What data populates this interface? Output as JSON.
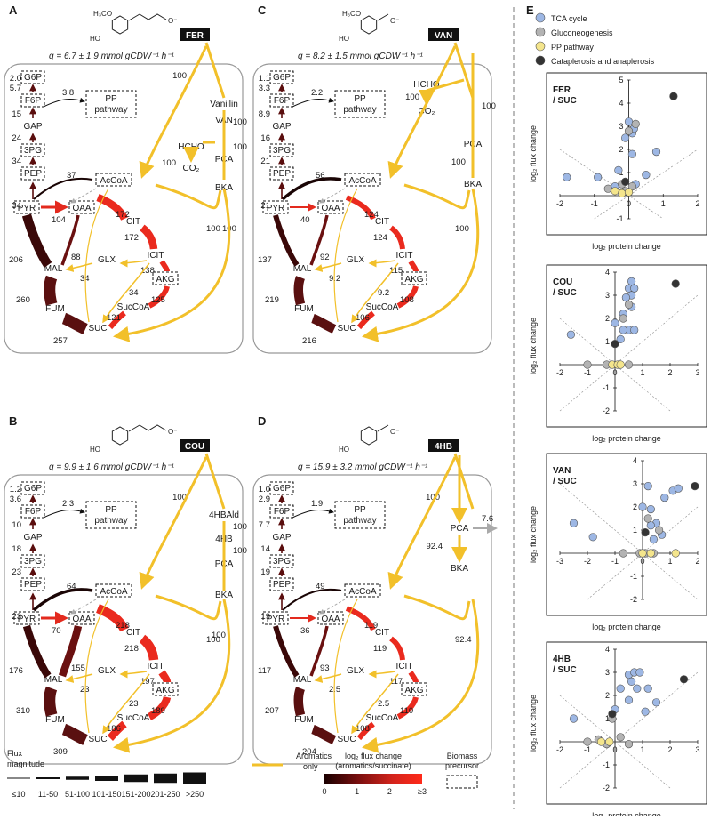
{
  "panels": {
    "A": {
      "letter": "A",
      "compound": "FER",
      "q": "q = 6.7 ± 1.9 mmol gCDW⁻¹ h⁻¹",
      "mol": {
        "sub": "H₃CO",
        "oh": "HO",
        "tail": "O⁻"
      },
      "route": [
        "Vanillin",
        "VAN",
        "HCHO",
        "PCA",
        "CO₂",
        "BKA"
      ],
      "route_fluxes": [
        "100",
        "100",
        "100",
        "100",
        "100"
      ],
      "fluxes": {
        "g6p": "2.0",
        "f6p": "5.7",
        "gap": "15",
        "p3g": "24",
        "pep": "34",
        "pp": "3.8",
        "accoa": "37",
        "oaa": "104",
        "pyr_mal": "206",
        "mal_oaa": "88",
        "cit": "172",
        "icit": "172",
        "glx": "34",
        "mal_glx": "34",
        "akg": "138",
        "succoa": "125",
        "suc": "121",
        "fum": "260",
        "suc_fum": "257",
        "biom": "100"
      }
    },
    "B": {
      "letter": "B",
      "compound": "COU",
      "q": "q = 9.9 ± 1.6 mmol gCDW⁻¹ h⁻¹",
      "mol": {
        "oh": "HO",
        "tail": "O⁻"
      },
      "route": [
        "4HBAld",
        "4HB",
        "PCA",
        "BKA"
      ],
      "route_fluxes": [
        "100",
        "100",
        "100",
        "100"
      ],
      "fluxes": {
        "g6p": "1.2",
        "f6p": "3.6",
        "gap": "10",
        "p3g": "18",
        "pep": "23",
        "pp": "2.3",
        "accoa": "64",
        "oaa": "70",
        "pyr_mal": "176",
        "mal_oaa": "155",
        "cit": "218",
        "icit": "218",
        "glx": "23",
        "mal_glx": "23",
        "akg": "197",
        "succoa": "189",
        "suc": "186",
        "fum": "310",
        "suc_fum": "309",
        "biom": "100"
      }
    },
    "C": {
      "letter": "C",
      "compound": "VAN",
      "q": "q = 8.2 ± 1.5 mmol gCDW⁻¹ h⁻¹",
      "mol": {
        "sub": "H₃CO",
        "oh": "HO",
        "tail": "O⁻"
      },
      "route": [
        "HCHO",
        "CO₂",
        "PCA",
        "BKA"
      ],
      "route_fluxes": [
        "100",
        "100",
        "100"
      ],
      "fluxes": {
        "g6p": "1.1",
        "f6p": "3.3",
        "gap": "8.9",
        "p3g": "16",
        "pep": "21",
        "pp": "2.2",
        "accoa": "56",
        "oaa": "40",
        "pyr_mal": "137",
        "mal_oaa": "92",
        "cit": "124",
        "icit": "124",
        "glx": "9.2",
        "mal_glx": "9.2",
        "akg": "115",
        "succoa": "108",
        "suc": "106",
        "fum": "219",
        "suc_fum": "216",
        "biom": "100"
      }
    },
    "D": {
      "letter": "D",
      "compound": "4HB",
      "q": "q = 15.9 ± 3.2 mmol gCDW⁻¹ h⁻¹",
      "mol": {
        "oh": "HO",
        "tail": "O⁻"
      },
      "route": [
        "PCA",
        "BKA"
      ],
      "route_fluxes": [
        "100",
        "7.6",
        "92.4"
      ],
      "fluxes": {
        "g6p": "1.0",
        "f6p": "2.9",
        "gap": "7.7",
        "p3g": "14",
        "pep": "19",
        "pp": "1.9",
        "accoa": "49",
        "oaa": "36",
        "pyr_mal": "117",
        "mal_oaa": "93",
        "cit": "119",
        "icit": "119",
        "glx": "2.5",
        "mal_glx": "2.5",
        "akg": "117",
        "succoa": "110",
        "suc": "108",
        "fum": "207",
        "suc_fum": "204",
        "biom": "92.4"
      }
    }
  },
  "metabolites": {
    "g6p": "G6P",
    "f6p": "F6P",
    "gap": "GAP",
    "p3g": "3PG",
    "pep": "PEP",
    "pyr": "PYR",
    "oaa": "OAA",
    "accoa": "AcCoA",
    "cit": "CIT",
    "icit": "ICIT",
    "akg": "AKG",
    "succoa": "SucCoA",
    "suc": "SUC",
    "fum": "FUM",
    "mal": "MAL",
    "glx": "GLX",
    "pp1": "PP",
    "pp2": "pathway"
  },
  "panel_E": {
    "letter": "E",
    "legend": [
      {
        "label": "TCA cycle",
        "color": "#9db7e4"
      },
      {
        "label": "Gluconeogenesis",
        "color": "#b3b3b3"
      },
      {
        "label": "PP pathway",
        "color": "#f4e58c"
      },
      {
        "label": "Cataplerosis and anaplerosis",
        "color": "#333333"
      }
    ],
    "xlabel": "log₂ protein change",
    "ylabel": "log₂ flux change",
    "plots": [
      {
        "title1": "FER",
        "title2": "/ SUC",
        "xticks": [
          "-2",
          "-1",
          "0",
          "1",
          "2"
        ],
        "yticks": [
          "5",
          "4",
          "3",
          "2",
          "1",
          "-1"
        ],
        "points": [
          [
            -1.8,
            0.8,
            "t"
          ],
          [
            0.8,
            1.9,
            "t"
          ],
          [
            0.1,
            2.7,
            "t"
          ],
          [
            0.15,
            2.9,
            "t"
          ],
          [
            0.0,
            3.2,
            "t"
          ],
          [
            -0.1,
            2.5,
            "t"
          ],
          [
            0.1,
            1.8,
            "t"
          ],
          [
            -0.4,
            0.4,
            "t"
          ],
          [
            0.2,
            0.5,
            "t"
          ],
          [
            -0.9,
            0.8,
            "t"
          ],
          [
            0.5,
            0.9,
            "t"
          ],
          [
            -0.3,
            1.1,
            "t"
          ],
          [
            0.2,
            3.1,
            "g"
          ],
          [
            0.0,
            2.8,
            "g"
          ],
          [
            -0.1,
            0.2,
            "g"
          ],
          [
            -0.6,
            0.3,
            "g"
          ],
          [
            0.1,
            0.4,
            "g"
          ],
          [
            -0.2,
            0.5,
            "g"
          ],
          [
            -0.4,
            0.2,
            "p"
          ],
          [
            -0.2,
            0.1,
            "p"
          ],
          [
            0.0,
            0.15,
            "p"
          ],
          [
            1.3,
            4.3,
            "c"
          ],
          [
            -0.1,
            0.6,
            "c"
          ]
        ]
      },
      {
        "title1": "COU",
        "title2": "/ SUC",
        "xticks": [
          "-2",
          "-1",
          "0",
          "1",
          "2",
          "3"
        ],
        "yticks": [
          "4",
          "3",
          "2",
          "1",
          "-1",
          "-2"
        ],
        "points": [
          [
            -1.6,
            1.3,
            "t"
          ],
          [
            0.6,
            3.6,
            "t"
          ],
          [
            0.5,
            3.3,
            "t"
          ],
          [
            0.7,
            3.3,
            "t"
          ],
          [
            0.6,
            3.0,
            "t"
          ],
          [
            0.4,
            2.9,
            "t"
          ],
          [
            0.6,
            2.5,
            "t"
          ],
          [
            0.3,
            2.2,
            "t"
          ],
          [
            0.5,
            1.5,
            "t"
          ],
          [
            0.7,
            1.5,
            "t"
          ],
          [
            0.3,
            1.5,
            "t"
          ],
          [
            0.0,
            1.8,
            "t"
          ],
          [
            0.2,
            1.1,
            "t"
          ],
          [
            0.3,
            2.0,
            "g"
          ],
          [
            0.5,
            2.6,
            "g"
          ],
          [
            -1.0,
            0.0,
            "g"
          ],
          [
            -0.3,
            0.0,
            "g"
          ],
          [
            0.5,
            0.0,
            "g"
          ],
          [
            -0.1,
            0.0,
            "p"
          ],
          [
            0.1,
            0.0,
            "p"
          ],
          [
            0.2,
            0.0,
            "p"
          ],
          [
            2.2,
            3.5,
            "c"
          ],
          [
            0.0,
            0.9,
            "c"
          ]
        ]
      },
      {
        "title1": "VAN",
        "title2": "/ SUC",
        "xticks": [
          "-3",
          "-2",
          "-1",
          "0",
          "1",
          "2"
        ],
        "yticks": [
          "4",
          "3",
          "2",
          "1",
          "-1",
          "-2"
        ],
        "points": [
          [
            -2.5,
            1.3,
            "t"
          ],
          [
            -1.8,
            0.7,
            "t"
          ],
          [
            1.1,
            2.7,
            "t"
          ],
          [
            1.3,
            2.8,
            "t"
          ],
          [
            0.8,
            2.4,
            "t"
          ],
          [
            0.2,
            2.9,
            "t"
          ],
          [
            0.3,
            1.9,
            "t"
          ],
          [
            0.5,
            1.3,
            "t"
          ],
          [
            0.0,
            2.0,
            "t"
          ],
          [
            0.4,
            0.6,
            "t"
          ],
          [
            0.7,
            0.8,
            "t"
          ],
          [
            0.3,
            1.2,
            "t"
          ],
          [
            -0.7,
            0.0,
            "g"
          ],
          [
            -0.1,
            0.0,
            "g"
          ],
          [
            0.2,
            1.5,
            "g"
          ],
          [
            0.6,
            1.0,
            "g"
          ],
          [
            0.1,
            0.0,
            "g"
          ],
          [
            0.4,
            0.0,
            "g"
          ],
          [
            0.0,
            0.0,
            "p"
          ],
          [
            1.2,
            0.0,
            "p"
          ],
          [
            0.3,
            0.0,
            "p"
          ],
          [
            1.9,
            2.9,
            "c"
          ],
          [
            0.1,
            0.9,
            "c"
          ]
        ]
      },
      {
        "title1": "4HB",
        "title2": "/ SUC",
        "xticks": [
          "-2",
          "-1",
          "0",
          "1",
          "2",
          "3"
        ],
        "yticks": [
          "4",
          "3",
          "2",
          "1",
          "-1",
          "-2"
        ],
        "points": [
          [
            -1.5,
            1.0,
            "t"
          ],
          [
            0.5,
            2.9,
            "t"
          ],
          [
            0.7,
            3.0,
            "t"
          ],
          [
            0.6,
            2.6,
            "t"
          ],
          [
            0.9,
            3.0,
            "t"
          ],
          [
            0.2,
            2.3,
            "t"
          ],
          [
            0.8,
            2.3,
            "t"
          ],
          [
            1.2,
            2.3,
            "t"
          ],
          [
            0.5,
            1.8,
            "t"
          ],
          [
            1.1,
            1.3,
            "t"
          ],
          [
            1.5,
            1.7,
            "t"
          ],
          [
            0.0,
            1.4,
            "t"
          ],
          [
            -1.0,
            0.0,
            "g"
          ],
          [
            -0.6,
            0.1,
            "g"
          ],
          [
            -0.1,
            1.0,
            "g"
          ],
          [
            0.2,
            0.2,
            "g"
          ],
          [
            0.5,
            -0.1,
            "g"
          ],
          [
            -0.3,
            -0.1,
            "g"
          ],
          [
            -0.5,
            0.0,
            "p"
          ],
          [
            -0.2,
            0.0,
            "p"
          ],
          [
            2.5,
            2.7,
            "c"
          ],
          [
            -0.1,
            1.2,
            "c"
          ]
        ]
      }
    ]
  },
  "legend_bottom": {
    "flux_title": "Flux",
    "flux_title2": "magnitude",
    "flux_bins": [
      "≤10",
      "11-50",
      "51-100",
      "101-150",
      "151-200",
      "201-250",
      ">250"
    ],
    "aromatics_label": "Aromatics",
    "aromatics_label2": "only",
    "colorbar_title": "log₂ flux change",
    "colorbar_title2": "(aromatics/succinate)",
    "colorbar_ticks": [
      "0",
      "1",
      "2",
      "≥3"
    ],
    "biomass_label": "Biomass",
    "biomass_label2": "precursor"
  },
  "colors": {
    "gold": "#f2c02a",
    "red": "#ee2a1e",
    "dark": "#4a1010",
    "blue": "#9db7e4"
  }
}
